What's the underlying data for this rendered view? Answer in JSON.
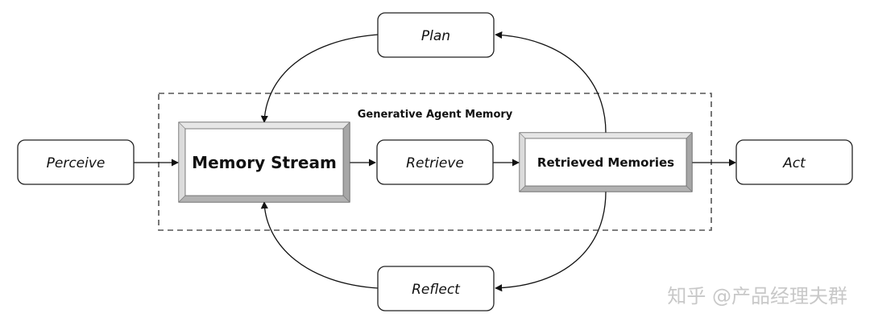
{
  "diagram": {
    "group_label": "Generative Agent Memory",
    "nodes": {
      "plan": "Plan",
      "perceive": "Perceive",
      "memory_stream": "Memory Stream",
      "retrieve": "Retrieve",
      "retrieved_memories": "Retrieved Memories",
      "act": "Act",
      "reflect": "Reflect"
    }
  },
  "watermark": "知乎 @产品经理夫群"
}
